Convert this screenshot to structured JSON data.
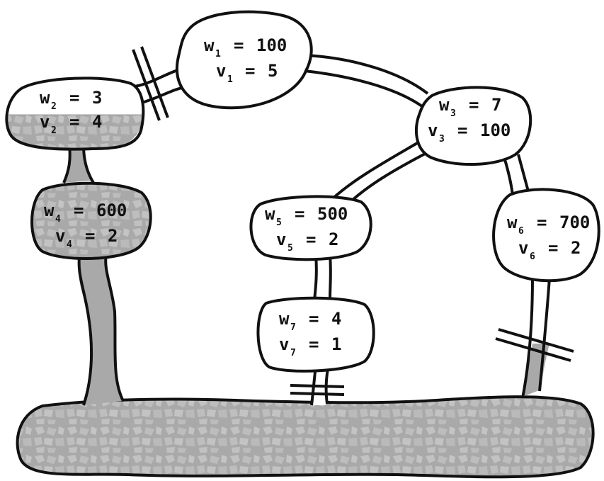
{
  "colors": {
    "outline": "#111111",
    "water": "#a6a6a6",
    "water_texture": "#bdbdbd",
    "chamber": "#ffffff"
  },
  "chambers": [
    {
      "id": "1",
      "w_label": "w",
      "w_sub": "1",
      "w_value": "100",
      "v_label": "v",
      "v_sub": "1",
      "v_value": "5",
      "filled": false
    },
    {
      "id": "2",
      "w_label": "w",
      "w_sub": "2",
      "w_value": "3",
      "v_label": "v",
      "v_sub": "2",
      "v_value": "4",
      "filled": "partial"
    },
    {
      "id": "3",
      "w_label": "w",
      "w_sub": "3",
      "w_value": "7",
      "v_label": "v",
      "v_sub": "3",
      "v_value": "100",
      "filled": false
    },
    {
      "id": "4",
      "w_label": "w",
      "w_sub": "4",
      "w_value": "600",
      "v_label": "v",
      "v_sub": "4",
      "v_value": "2",
      "filled": true
    },
    {
      "id": "5",
      "w_label": "w",
      "w_sub": "5",
      "w_value": "500",
      "v_label": "v",
      "v_sub": "5",
      "v_value": "2",
      "filled": false
    },
    {
      "id": "6",
      "w_label": "w",
      "w_sub": "6",
      "w_value": "700",
      "v_label": "v",
      "v_sub": "6",
      "v_value": "2",
      "filled": false
    },
    {
      "id": "7",
      "w_label": "w",
      "w_sub": "7",
      "w_value": "4",
      "v_label": "v",
      "v_sub": "7",
      "v_value": "1",
      "filled": false
    }
  ],
  "equals": "=",
  "cuts": [
    {
      "between": [
        "1",
        "2"
      ]
    },
    {
      "between": [
        "7",
        "reservoir"
      ]
    },
    {
      "between": [
        "6",
        "reservoir"
      ]
    }
  ]
}
